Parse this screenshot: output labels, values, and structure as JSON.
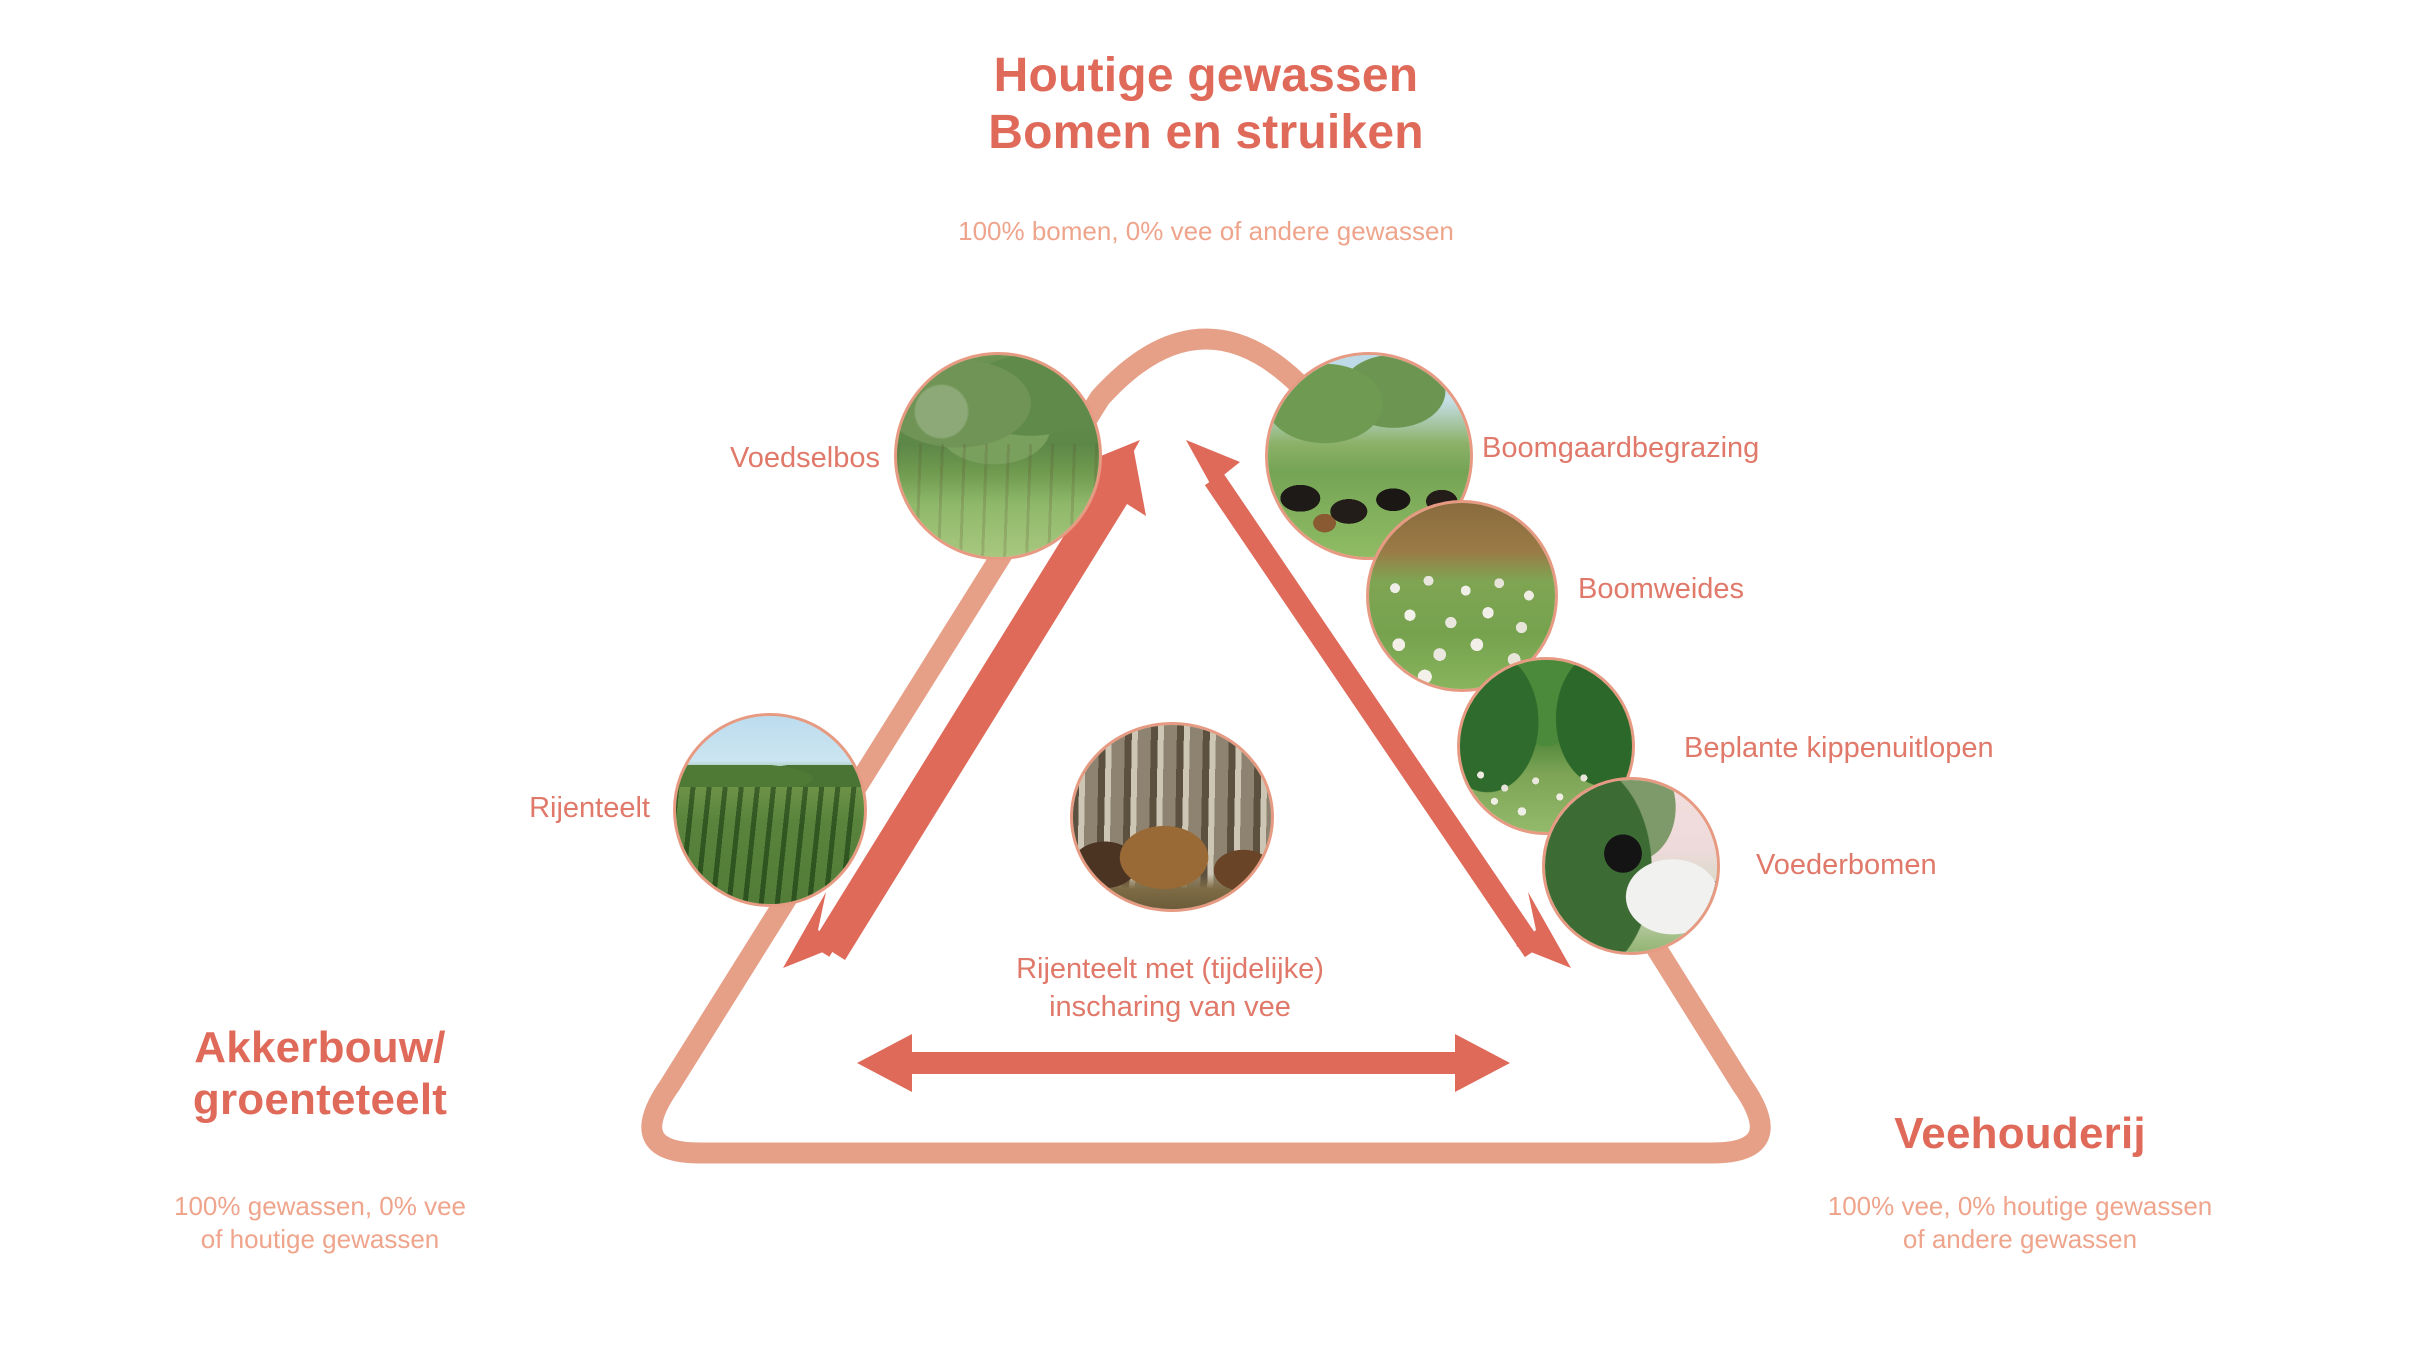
{
  "corners": {
    "top": {
      "title": "Houtige gewassen\nBomen en struiken",
      "subtitle": "100% bomen, 0% vee of andere gewassen"
    },
    "bottom_left": {
      "title": "Akkerbouw/\ngroenteteelt",
      "subtitle": "100% gewassen, 0% vee\nof houtige gewassen"
    },
    "bottom_right": {
      "title": "Veehouderij",
      "subtitle": "100% vee, 0% houtige gewassen\nof andere gewassen"
    }
  },
  "nodes": {
    "voedselbos": {
      "label": "Voedselbos",
      "image": "forest-photo"
    },
    "rijenteelt": {
      "label": "Rijenteelt",
      "image": "crop-rows-photo"
    },
    "boomgaardbegrazing": {
      "label": "Boomgaardbegrazing",
      "image": "cattle-in-orchard-photo"
    },
    "boomweides": {
      "label": "Boomweides",
      "image": "sheep-in-poplar-rows-photo"
    },
    "kippenuitlopen": {
      "label": "Beplante kippenuitlopen",
      "image": "chickens-in-orchard-photo"
    },
    "voederbomen": {
      "label": "Voederbomen",
      "image": "cow-browsing-trees-photo"
    },
    "center": {
      "image": "pigs-in-woodland-photo"
    }
  },
  "center_note": "Rijenteelt met (tijdelijke)\ninscharing van vee",
  "colors": {
    "title_red": "#E06A5A",
    "label_red": "#E0796A",
    "subtitle_salmon": "#EFA48C",
    "triangle_outline": "#E7A088",
    "arrow_red": "#DF6A5A",
    "circle_border": "#E79A82",
    "background": "#FFFFFF"
  }
}
